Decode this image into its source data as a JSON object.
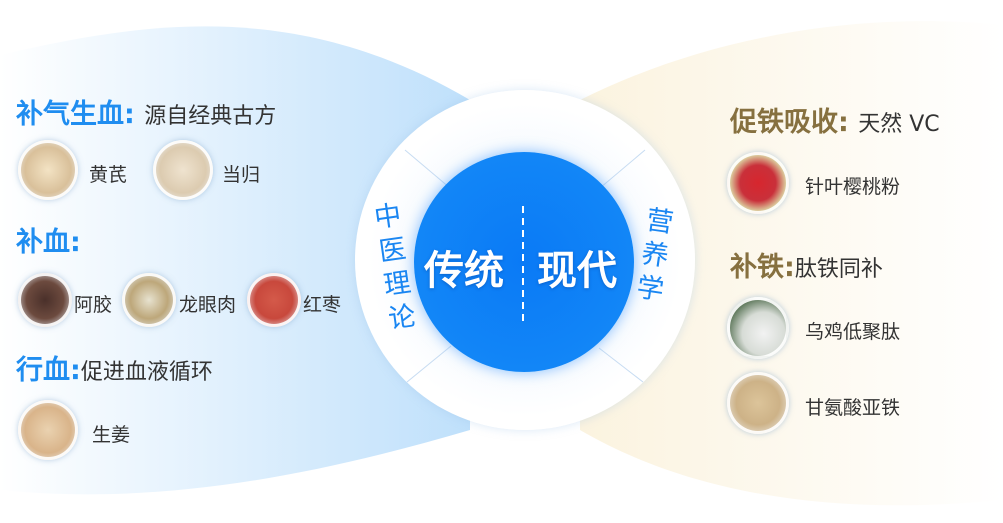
{
  "center": {
    "left_main": "传统",
    "right_main": "现代",
    "left_ring": [
      "中",
      "医",
      "理",
      "论"
    ],
    "right_ring": [
      "营",
      "养",
      "学"
    ]
  },
  "left": {
    "sections": [
      {
        "title": "补气生血",
        "colon": ":",
        "subtitle": "源自经典古方",
        "items": [
          "黄芪",
          "当归"
        ]
      },
      {
        "title": "补血",
        "colon": ":",
        "subtitle": "",
        "items": [
          "阿胶",
          "龙眼肉",
          "红枣"
        ]
      },
      {
        "title": "行血",
        "colon": ":",
        "subtitle": "促进血液循环",
        "items": [
          "生姜"
        ]
      }
    ]
  },
  "right": {
    "sections": [
      {
        "title": "促铁吸收",
        "colon": ":",
        "subtitle": "天然 VC",
        "items": [
          "针叶樱桃粉"
        ]
      },
      {
        "title": "补铁",
        "colon": ":",
        "subtitle": "肽铁同补",
        "items": [
          "乌鸡低聚肽",
          "甘氨酸亚铁"
        ]
      }
    ]
  },
  "colors": {
    "blue": "#1f8df0",
    "gold": "#86703f",
    "core": "#0a7af6"
  }
}
